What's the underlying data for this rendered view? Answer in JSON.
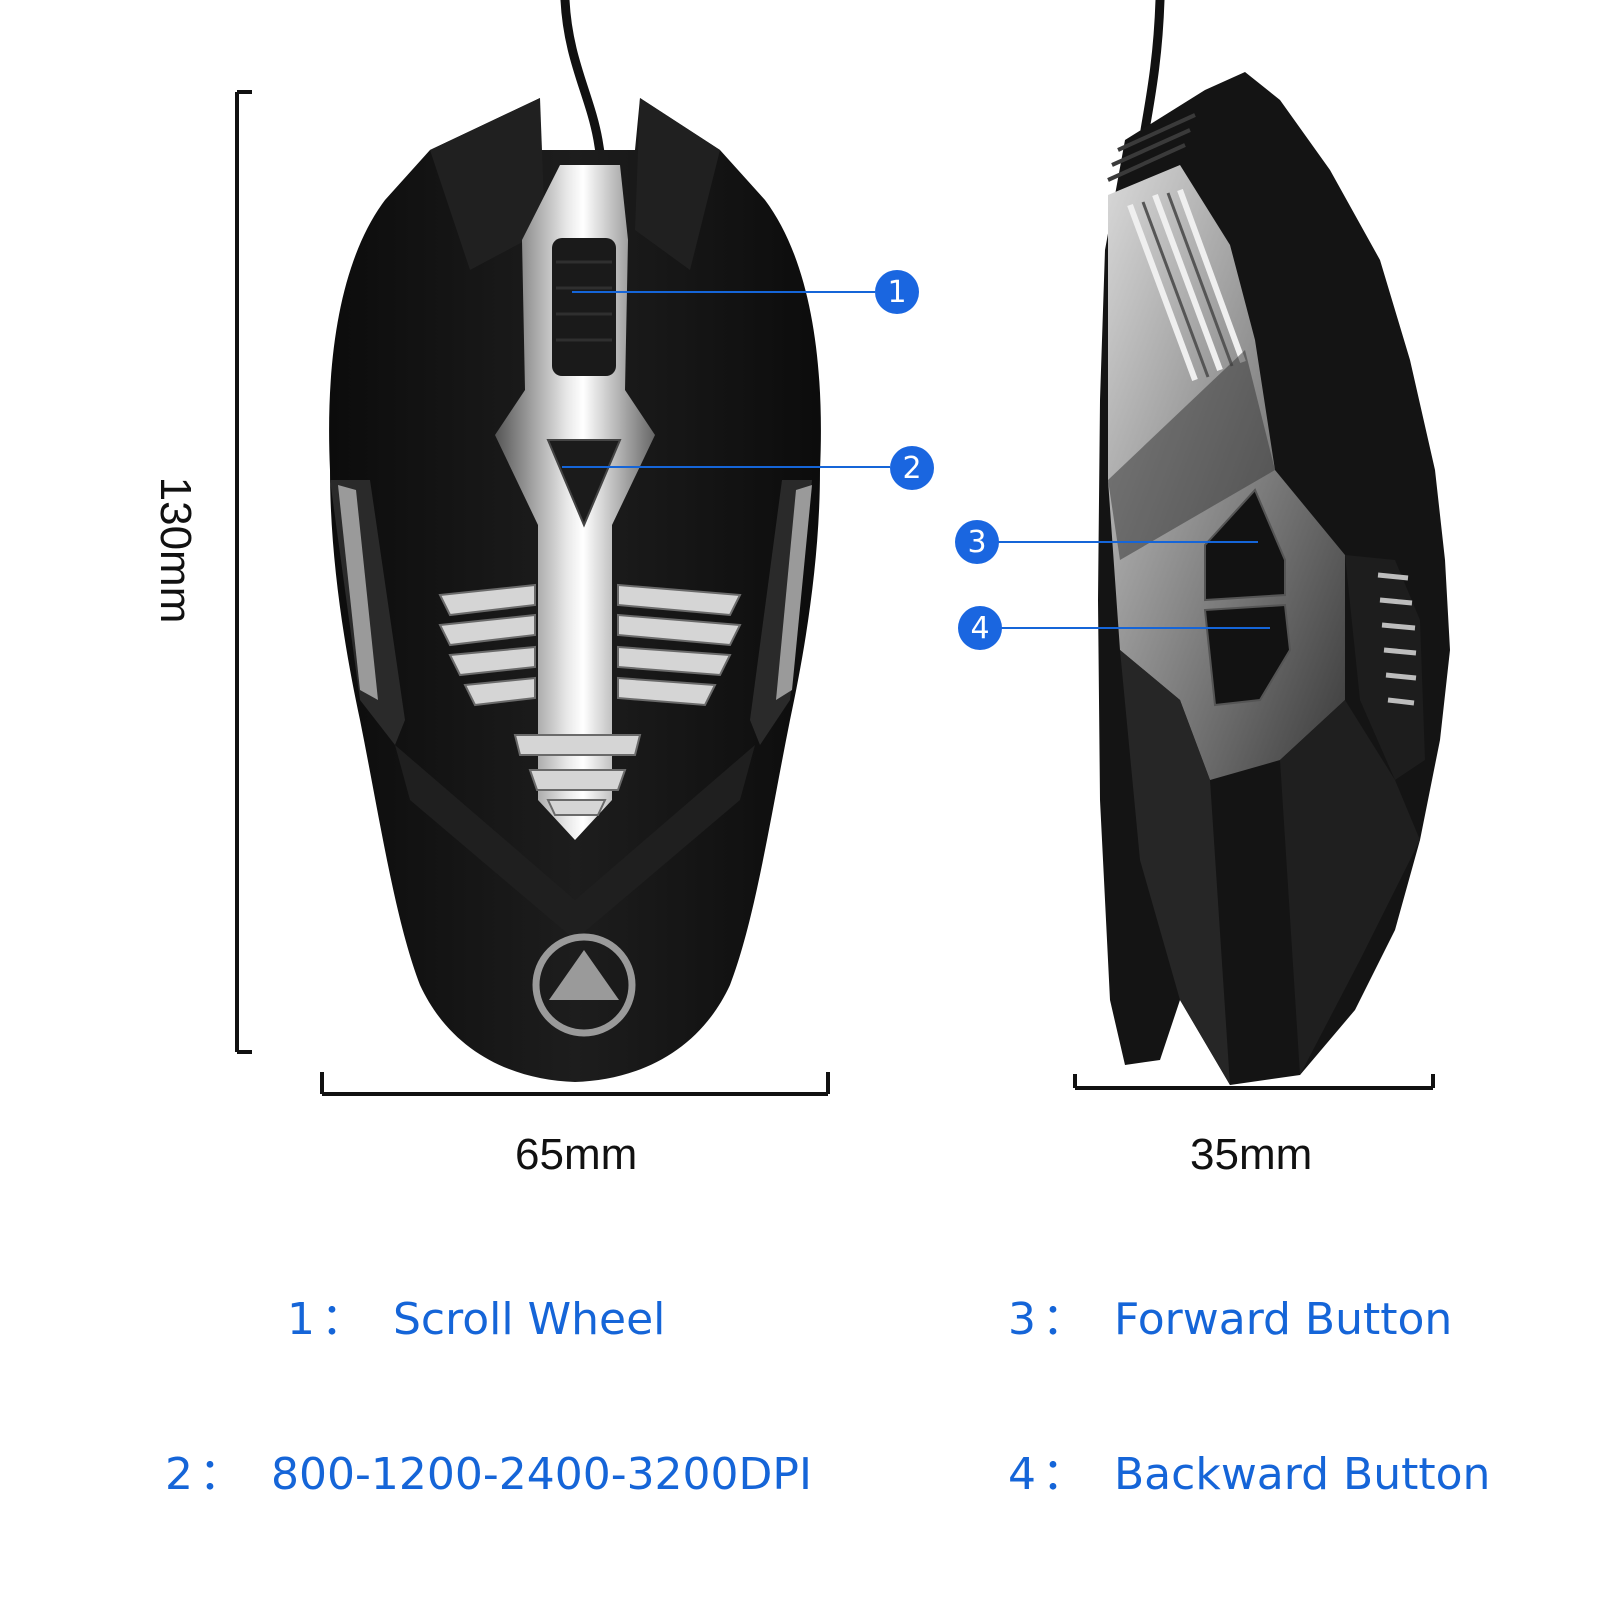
{
  "colors": {
    "accent": "#1565d8",
    "badge": "#1a66e0",
    "text_dark": "#111111",
    "mouse_body": "#141414",
    "chrome": "#b9b9b9"
  },
  "dimensions": {
    "height": "130mm",
    "width": "65mm",
    "depth": "35mm"
  },
  "callouts": [
    "1",
    "2",
    "3",
    "4"
  ],
  "legend": [
    {
      "number": "1",
      "separator": "：",
      "label": "Scroll Wheel"
    },
    {
      "number": "2",
      "separator": "：",
      "label": "800-1200-2400-3200DPI"
    },
    {
      "number": "3",
      "separator": "：",
      "label": "Forward Button"
    },
    {
      "number": "4",
      "separator": "：",
      "label": "Backward Button"
    }
  ],
  "icons": {
    "logo": "triangle-ring-logo-icon"
  }
}
